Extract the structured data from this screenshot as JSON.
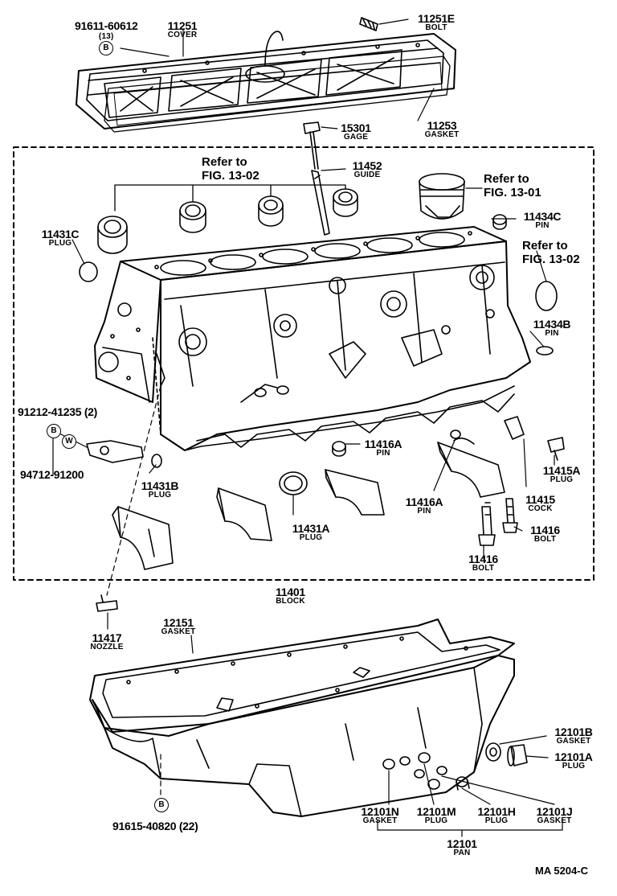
{
  "labels": {
    "p91611": {
      "num": "91611-60612",
      "qty": "(13)"
    },
    "p11251": {
      "num": "11251",
      "name": "COVER"
    },
    "p11251E": {
      "num": "11251E",
      "name": "BOLT"
    },
    "p11253": {
      "num": "11253",
      "name": "GASKET"
    },
    "p15301": {
      "num": "15301",
      "name": "GAGE"
    },
    "p11452": {
      "num": "11452",
      "name": "GUIDE"
    },
    "p11434C": {
      "num": "11434C",
      "name": "PIN"
    },
    "p11431C": {
      "num": "11431C",
      "name": "PLUG"
    },
    "p11434B": {
      "num": "11434B",
      "name": "PIN"
    },
    "p91212": {
      "num": "91212-41235 (2)"
    },
    "p94712": {
      "num": "94712-91200"
    },
    "p11431B": {
      "num": "11431B",
      "name": "PLUG"
    },
    "p11416A_1": {
      "num": "11416A",
      "name": "PIN"
    },
    "p11416A_2": {
      "num": "11416A",
      "name": "PIN"
    },
    "p11431A": {
      "num": "11431A",
      "name": "PLUG"
    },
    "p11415A": {
      "num": "11415A",
      "name": "PLUG"
    },
    "p11415": {
      "num": "11415",
      "name": "COCK"
    },
    "p11416_1": {
      "num": "11416",
      "name": "BOLT"
    },
    "p11416_2": {
      "num": "11416",
      "name": "BOLT"
    },
    "p11401": {
      "num": "11401",
      "name": "BLOCK"
    },
    "p11417": {
      "num": "11417",
      "name": "NOZZLE"
    },
    "p12151": {
      "num": "12151",
      "name": "GASKET"
    },
    "p12101B": {
      "num": "12101B",
      "name": "GASKET"
    },
    "p12101A": {
      "num": "12101A",
      "name": "PLUG"
    },
    "p12101N": {
      "num": "12101N",
      "name": "GASKET"
    },
    "p12101M": {
      "num": "12101M",
      "name": "PLUG"
    },
    "p12101H": {
      "num": "12101H",
      "name": "PLUG"
    },
    "p12101J": {
      "num": "12101J",
      "name": "GASKET"
    },
    "p12101": {
      "num": "12101",
      "name": "PAN"
    },
    "p91615": {
      "num": "91615-40820 (22)"
    }
  },
  "refs": {
    "ref1": {
      "line1": "Refer to",
      "line2": "FIG. 13-02"
    },
    "ref2": {
      "line1": "Refer to",
      "line2": "FIG. 13-01"
    },
    "ref3": {
      "line1": "Refer to",
      "line2": "FIG. 13-02"
    }
  },
  "markers": {
    "b1": "B",
    "b2": "B",
    "w1": "W",
    "b3": "B"
  },
  "footer": {
    "code": "MA  5204-C"
  }
}
